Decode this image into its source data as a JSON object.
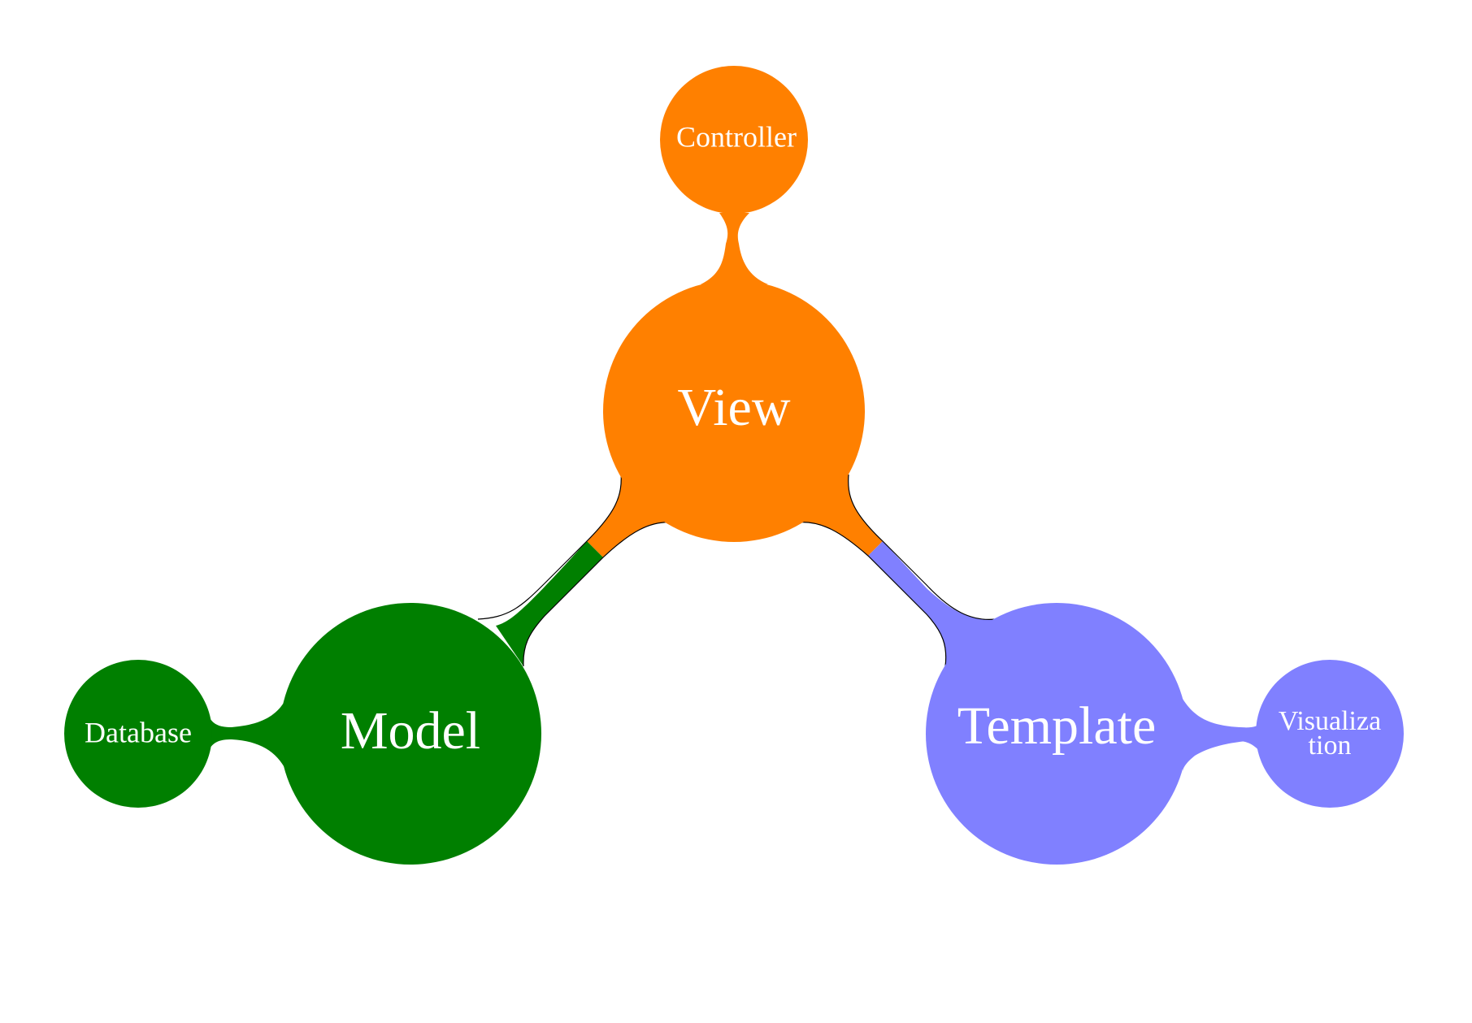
{
  "colors": {
    "orange": "#FF8000",
    "green": "#007F00",
    "violet": "#8080FF"
  },
  "nodes": {
    "view": {
      "label": "View"
    },
    "controller": {
      "label": "Controller"
    },
    "model": {
      "label": "Model"
    },
    "database": {
      "label": "Database"
    },
    "template": {
      "label": "Template"
    },
    "visualization": {
      "label_line1": "Visualiza",
      "label_line2": "tion"
    }
  }
}
